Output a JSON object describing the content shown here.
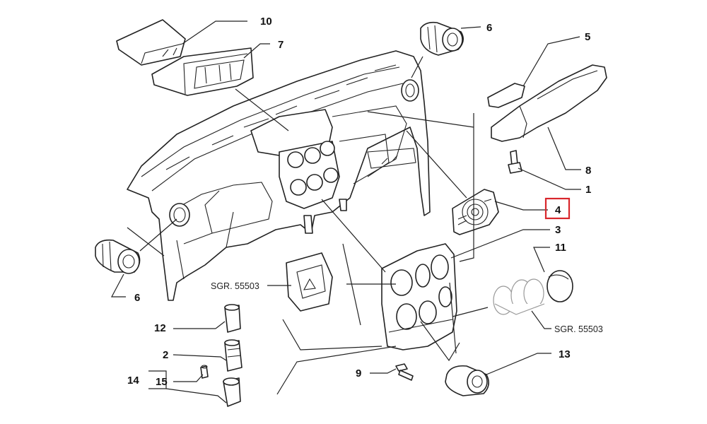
{
  "callouts": [
    {
      "id": "c1",
      "text": "1"
    },
    {
      "id": "c2",
      "text": "2"
    },
    {
      "id": "c3",
      "text": "3"
    },
    {
      "id": "c4",
      "text": "4"
    },
    {
      "id": "c5",
      "text": "5"
    },
    {
      "id": "c6a",
      "text": "6"
    },
    {
      "id": "c6b",
      "text": "6"
    },
    {
      "id": "c7",
      "text": "7"
    },
    {
      "id": "c8",
      "text": "8"
    },
    {
      "id": "c9",
      "text": "9"
    },
    {
      "id": "c10",
      "text": "10"
    },
    {
      "id": "c11",
      "text": "11"
    },
    {
      "id": "c12",
      "text": "12"
    },
    {
      "id": "c13",
      "text": "13"
    },
    {
      "id": "c14",
      "text": "14"
    },
    {
      "id": "c15",
      "text": "15"
    }
  ],
  "references": {
    "left": "SGR. 55503",
    "right": "SGR. 55503"
  },
  "highlighted_callout": "4",
  "highlight_color": "#d8262b"
}
